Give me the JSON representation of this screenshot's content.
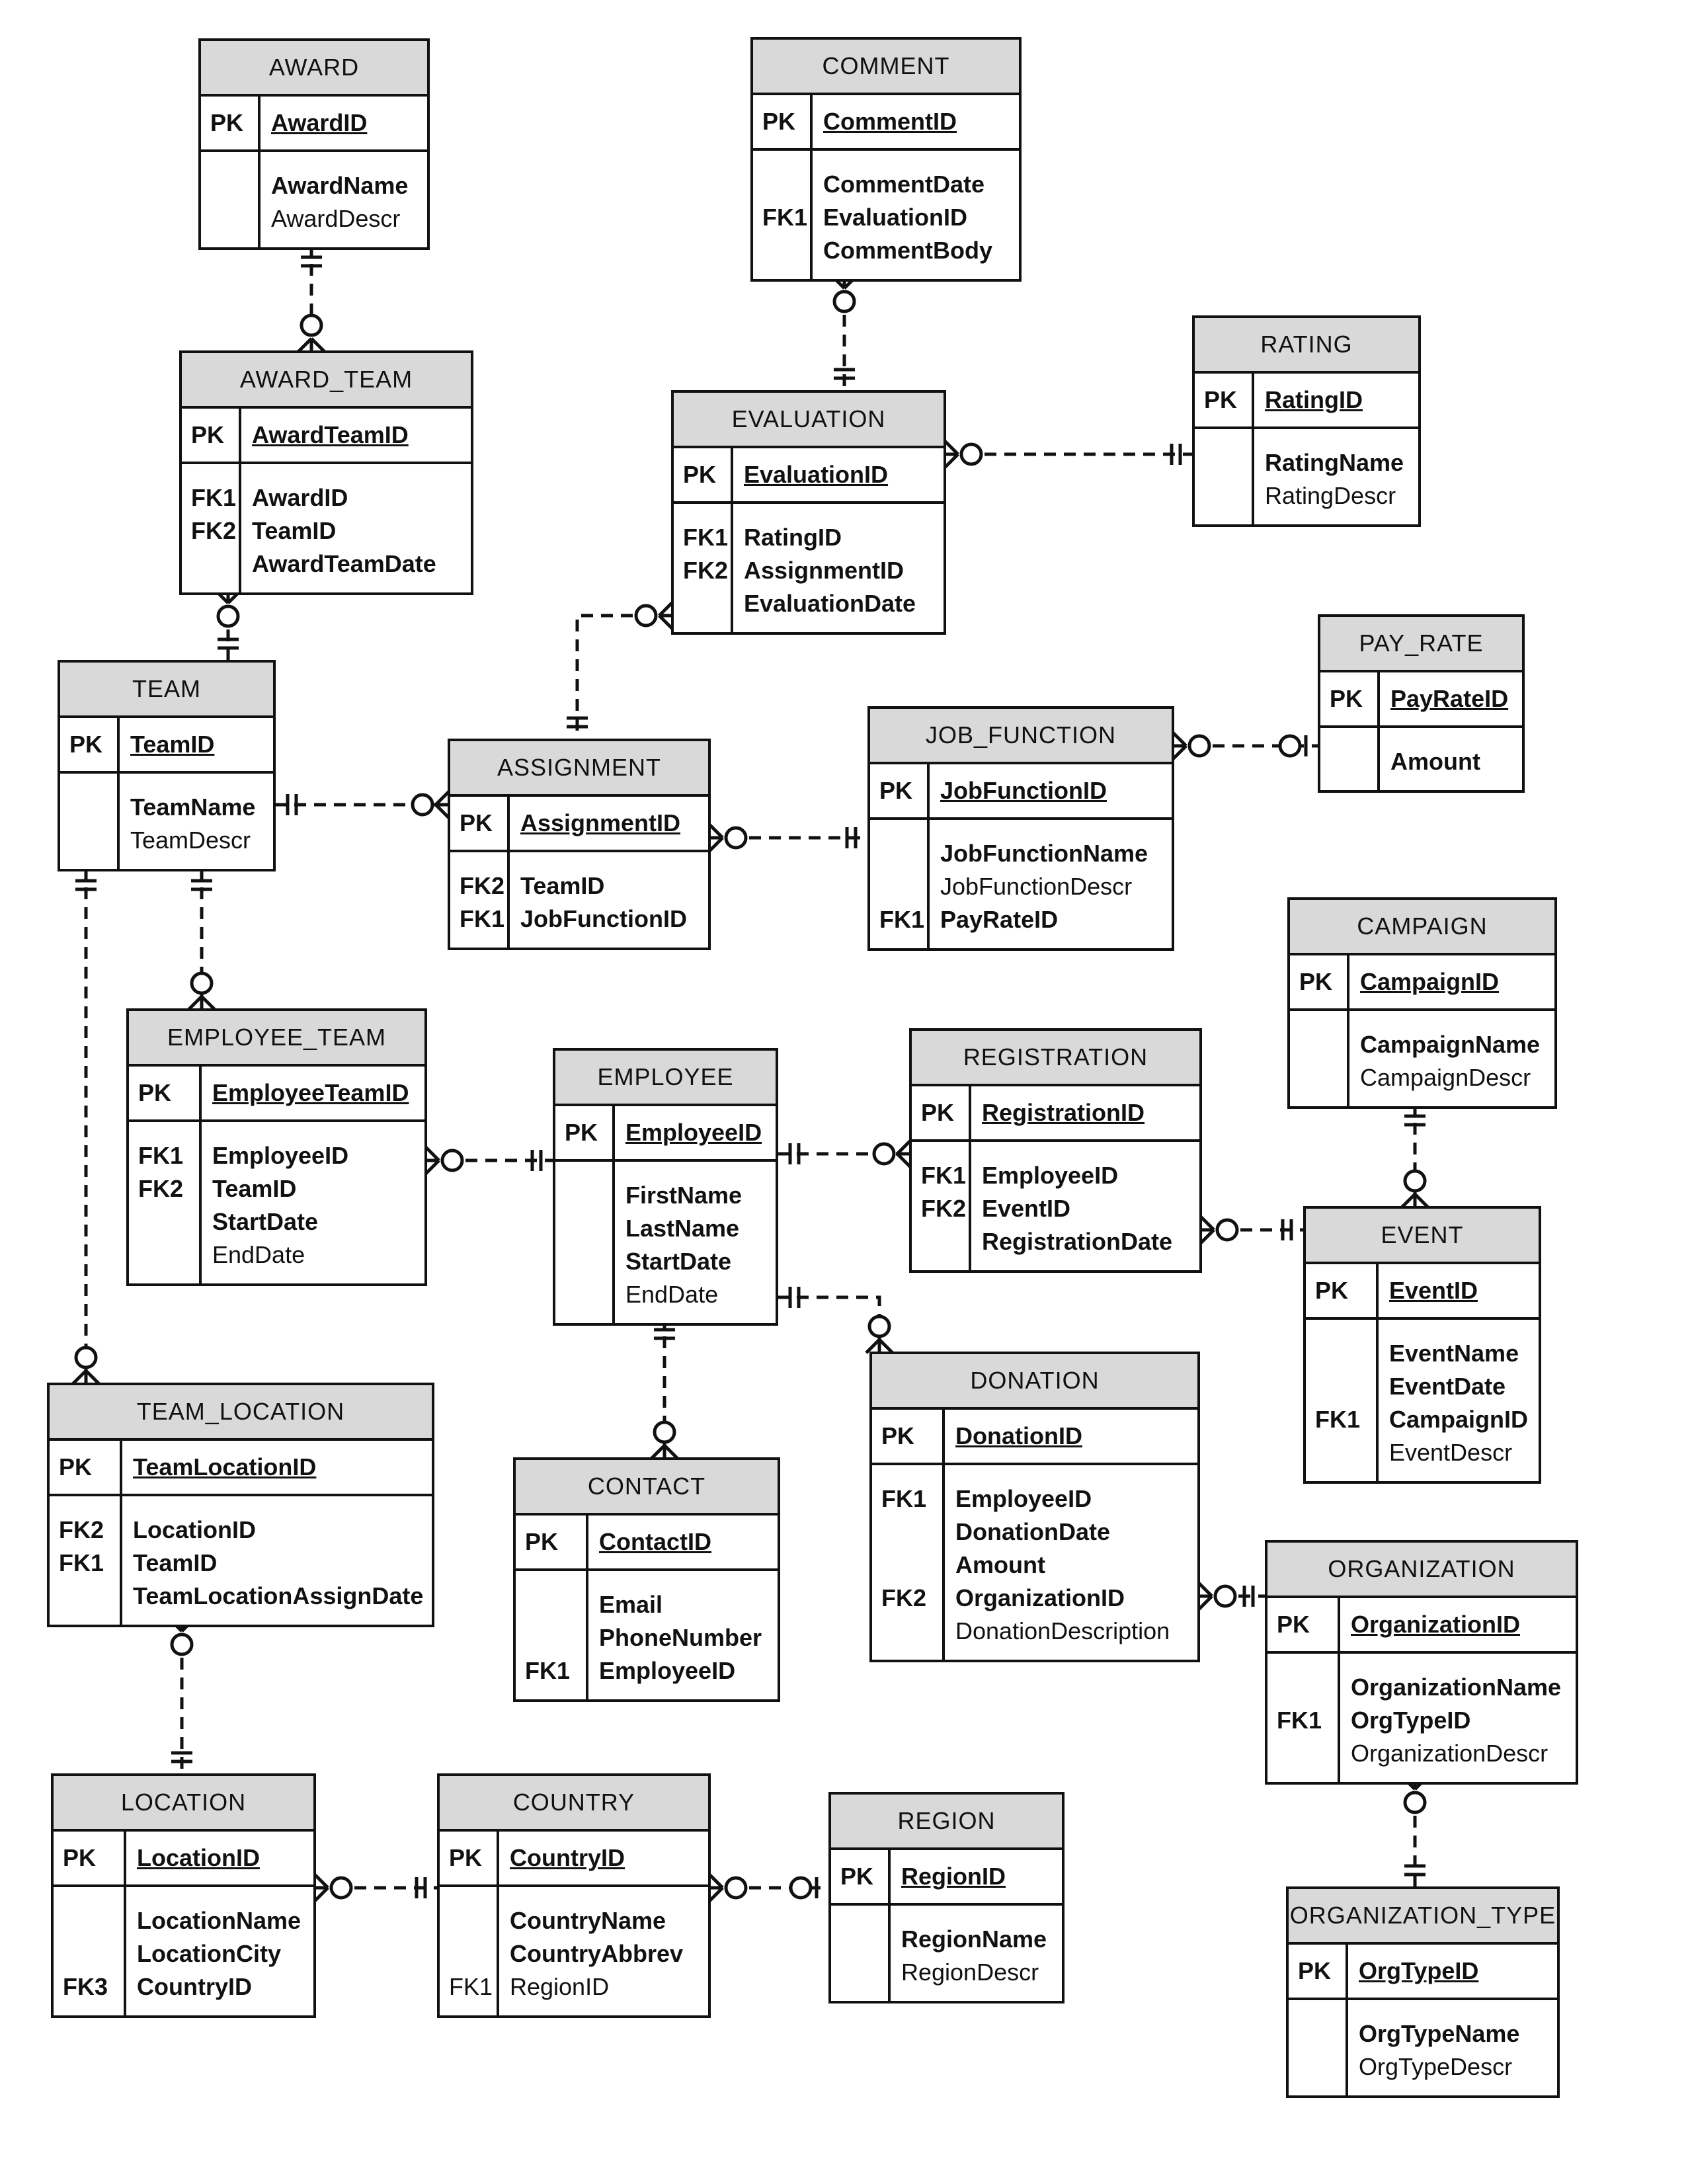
{
  "entities": [
    {
      "id": "award",
      "title": "AWARD",
      "pk": "AwardID",
      "rows": [
        {
          "key": "",
          "name": "AwardName",
          "bold": true
        },
        {
          "key": "",
          "name": "AwardDescr",
          "bold": false
        }
      ]
    },
    {
      "id": "award-team",
      "title": "AWARD_TEAM",
      "pk": "AwardTeamID",
      "rows": [
        {
          "key": "FK1",
          "name": "AwardID",
          "bold": true
        },
        {
          "key": "FK2",
          "name": "TeamID",
          "bold": true
        },
        {
          "key": "",
          "name": "AwardTeamDate",
          "bold": true
        }
      ]
    },
    {
      "id": "comment",
      "title": "COMMENT",
      "pk": "CommentID",
      "rows": [
        {
          "key": "",
          "name": "CommentDate",
          "bold": true
        },
        {
          "key": "FK1",
          "name": "EvaluationID",
          "bold": true
        },
        {
          "key": "",
          "name": "CommentBody",
          "bold": true
        }
      ]
    },
    {
      "id": "rating",
      "title": "RATING",
      "pk": "RatingID",
      "rows": [
        {
          "key": "",
          "name": "RatingName",
          "bold": true
        },
        {
          "key": "",
          "name": "RatingDescr",
          "bold": false
        }
      ]
    },
    {
      "id": "evaluation",
      "title": "EVALUATION",
      "pk": "EvaluationID",
      "rows": [
        {
          "key": "FK1",
          "name": "RatingID",
          "bold": true
        },
        {
          "key": "FK2",
          "name": "AssignmentID",
          "bold": true
        },
        {
          "key": "",
          "name": "EvaluationDate",
          "bold": true
        }
      ]
    },
    {
      "id": "team",
      "title": "TEAM",
      "pk": "TeamID",
      "rows": [
        {
          "key": "",
          "name": "TeamName",
          "bold": true
        },
        {
          "key": "",
          "name": "TeamDescr",
          "bold": false
        }
      ]
    },
    {
      "id": "pay-rate",
      "title": "PAY_RATE",
      "pk": "PayRateID",
      "rows": [
        {
          "key": "",
          "name": "Amount",
          "bold": true
        }
      ]
    },
    {
      "id": "assignment",
      "title": "ASSIGNMENT",
      "pk": "AssignmentID",
      "rows": [
        {
          "key": "FK2",
          "name": "TeamID",
          "bold": true
        },
        {
          "key": "FK1",
          "name": "JobFunctionID",
          "bold": true
        }
      ]
    },
    {
      "id": "job-function",
      "title": "JOB_FUNCTION",
      "pk": "JobFunctionID",
      "rows": [
        {
          "key": "",
          "name": "JobFunctionName",
          "bold": true
        },
        {
          "key": "",
          "name": "JobFunctionDescr",
          "bold": false
        },
        {
          "key": "FK1",
          "name": "PayRateID",
          "bold": true
        }
      ]
    },
    {
      "id": "campaign",
      "title": "CAMPAIGN",
      "pk": "CampaignID",
      "rows": [
        {
          "key": "",
          "name": "CampaignName",
          "bold": true
        },
        {
          "key": "",
          "name": "CampaignDescr",
          "bold": false
        }
      ]
    },
    {
      "id": "employee-team",
      "title": "EMPLOYEE_TEAM",
      "pk": "EmployeeTeamID",
      "rows": [
        {
          "key": "FK1",
          "name": "EmployeeID",
          "bold": true
        },
        {
          "key": "FK2",
          "name": "TeamID",
          "bold": true
        },
        {
          "key": "",
          "name": "StartDate",
          "bold": true
        },
        {
          "key": "",
          "name": "EndDate",
          "bold": false
        }
      ]
    },
    {
      "id": "employee",
      "title": "EMPLOYEE",
      "pk": "EmployeeID",
      "rows": [
        {
          "key": "",
          "name": "FirstName",
          "bold": true
        },
        {
          "key": "",
          "name": "LastName",
          "bold": true
        },
        {
          "key": "",
          "name": "StartDate",
          "bold": true
        },
        {
          "key": "",
          "name": "EndDate",
          "bold": false
        }
      ]
    },
    {
      "id": "registration",
      "title": "REGISTRATION",
      "pk": "RegistrationID",
      "rows": [
        {
          "key": "FK1",
          "name": "EmployeeID",
          "bold": true
        },
        {
          "key": "FK2",
          "name": "EventID",
          "bold": true
        },
        {
          "key": "",
          "name": "RegistrationDate",
          "bold": true
        }
      ]
    },
    {
      "id": "event",
      "title": "EVENT",
      "pk": "EventID",
      "rows": [
        {
          "key": "",
          "name": "EventName",
          "bold": true
        },
        {
          "key": "",
          "name": "EventDate",
          "bold": true
        },
        {
          "key": "FK1",
          "name": "CampaignID",
          "bold": true
        },
        {
          "key": "",
          "name": "EventDescr",
          "bold": false
        }
      ]
    },
    {
      "id": "team-location",
      "title": "TEAM_LOCATION",
      "pk": "TeamLocationID",
      "rows": [
        {
          "key": "FK2",
          "name": "LocationID",
          "bold": true
        },
        {
          "key": "FK1",
          "name": "TeamID",
          "bold": true
        },
        {
          "key": "",
          "name": "TeamLocationAssignDate",
          "bold": true
        }
      ]
    },
    {
      "id": "donation",
      "title": "DONATION",
      "pk": "DonationID",
      "rows": [
        {
          "key": "FK1",
          "name": "EmployeeID",
          "bold": true
        },
        {
          "key": "",
          "name": "DonationDate",
          "bold": true
        },
        {
          "key": "",
          "name": "Amount",
          "bold": true
        },
        {
          "key": "FK2",
          "name": "OrganizationID",
          "bold": true
        },
        {
          "key": "",
          "name": "DonationDescription",
          "bold": false
        }
      ]
    },
    {
      "id": "contact",
      "title": "CONTACT",
      "pk": "ContactID",
      "rows": [
        {
          "key": "",
          "name": "Email",
          "bold": true
        },
        {
          "key": "",
          "name": "PhoneNumber",
          "bold": true
        },
        {
          "key": "FK1",
          "name": "EmployeeID",
          "bold": true
        }
      ]
    },
    {
      "id": "organization",
      "title": "ORGANIZATION",
      "pk": "OrganizationID",
      "rows": [
        {
          "key": "",
          "name": "OrganizationName",
          "bold": true
        },
        {
          "key": "FK1",
          "name": "OrgTypeID",
          "bold": true
        },
        {
          "key": "",
          "name": "OrganizationDescr",
          "bold": false
        }
      ]
    },
    {
      "id": "location",
      "title": "LOCATION",
      "pk": "LocationID",
      "rows": [
        {
          "key": "",
          "name": "LocationName",
          "bold": true
        },
        {
          "key": "",
          "name": "LocationCity",
          "bold": true
        },
        {
          "key": "FK3",
          "name": "CountryID",
          "bold": true
        }
      ]
    },
    {
      "id": "country",
      "title": "COUNTRY",
      "pk": "CountryID",
      "rows": [
        {
          "key": "",
          "name": "CountryName",
          "bold": true
        },
        {
          "key": "",
          "name": "CountryAbbrev",
          "bold": true
        },
        {
          "key": "FK1",
          "name": "RegionID",
          "bold": false,
          "keyNormal": true
        }
      ]
    },
    {
      "id": "region",
      "title": "REGION",
      "pk": "RegionID",
      "rows": [
        {
          "key": "",
          "name": "RegionName",
          "bold": true
        },
        {
          "key": "",
          "name": "RegionDescr",
          "bold": false
        }
      ]
    },
    {
      "id": "organization-type",
      "title": "ORGANIZATION_TYPE",
      "pk": "OrgTypeID",
      "rows": [
        {
          "key": "",
          "name": "OrgTypeName",
          "bold": true
        },
        {
          "key": "",
          "name": "OrgTypeDescr",
          "bold": false
        }
      ]
    }
  ],
  "relationships": [
    {
      "id": "award-awardteam",
      "from": "award",
      "to": "award-team",
      "from_end": "one-and-only-one",
      "to_end": "zero-or-many"
    },
    {
      "id": "comment-evaluation",
      "from": "comment",
      "to": "evaluation",
      "from_end": "zero-or-many",
      "to_end": "one-and-only-one"
    },
    {
      "id": "evaluation-rating",
      "from": "evaluation",
      "to": "rating",
      "from_end": "zero-or-many",
      "to_end": "one-and-only-one"
    },
    {
      "id": "evaluation-assignment",
      "from": "evaluation",
      "to": "assignment",
      "from_end": "zero-or-many",
      "to_end": "one-and-only-one"
    },
    {
      "id": "awardteam-team",
      "from": "award-team",
      "to": "team",
      "from_end": "zero-or-many",
      "to_end": "one-and-only-one"
    },
    {
      "id": "team-assignment",
      "from": "team",
      "to": "assignment",
      "from_end": "one-and-only-one",
      "to_end": "zero-or-many"
    },
    {
      "id": "assignment-jobfunction",
      "from": "assignment",
      "to": "job-function",
      "from_end": "zero-or-many",
      "to_end": "one-and-only-one"
    },
    {
      "id": "jobfunction-payrate",
      "from": "job-function",
      "to": "pay-rate",
      "from_end": "zero-or-many",
      "to_end": "zero-or-one"
    },
    {
      "id": "team-employeeteam",
      "from": "team",
      "to": "employee-team",
      "from_end": "one-and-only-one",
      "to_end": "zero-or-many"
    },
    {
      "id": "team-teamlocation",
      "from": "team",
      "to": "team-location",
      "from_end": "one-and-only-one",
      "to_end": "zero-or-many"
    },
    {
      "id": "employeeteam-employee",
      "from": "employee-team",
      "to": "employee",
      "from_end": "zero-or-many",
      "to_end": "one-and-only-one"
    },
    {
      "id": "employee-registration",
      "from": "employee",
      "to": "registration",
      "from_end": "one-and-only-one",
      "to_end": "zero-or-many"
    },
    {
      "id": "registration-event",
      "from": "registration",
      "to": "event",
      "from_end": "zero-or-many",
      "to_end": "one-and-only-one"
    },
    {
      "id": "campaign-event",
      "from": "campaign",
      "to": "event",
      "from_end": "one-and-only-one",
      "to_end": "zero-or-many"
    },
    {
      "id": "employee-donation",
      "from": "employee",
      "to": "donation",
      "from_end": "one-and-only-one",
      "to_end": "zero-or-many"
    },
    {
      "id": "employee-contact",
      "from": "employee",
      "to": "contact",
      "from_end": "one-and-only-one",
      "to_end": "zero-or-many"
    },
    {
      "id": "donation-organization",
      "from": "donation",
      "to": "organization",
      "from_end": "zero-or-many",
      "to_end": "one-and-only-one"
    },
    {
      "id": "organization-orgtype",
      "from": "organization",
      "to": "organization-type",
      "from_end": "zero-or-many",
      "to_end": "one-and-only-one"
    },
    {
      "id": "teamlocation-location",
      "from": "team-location",
      "to": "location",
      "from_end": "zero-or-many",
      "to_end": "one-and-only-one"
    },
    {
      "id": "location-country",
      "from": "location",
      "to": "country",
      "from_end": "zero-or-many",
      "to_end": "one-and-only-one"
    },
    {
      "id": "country-region",
      "from": "country",
      "to": "region",
      "from_end": "zero-or-many",
      "to_end": "zero-or-one"
    }
  ]
}
